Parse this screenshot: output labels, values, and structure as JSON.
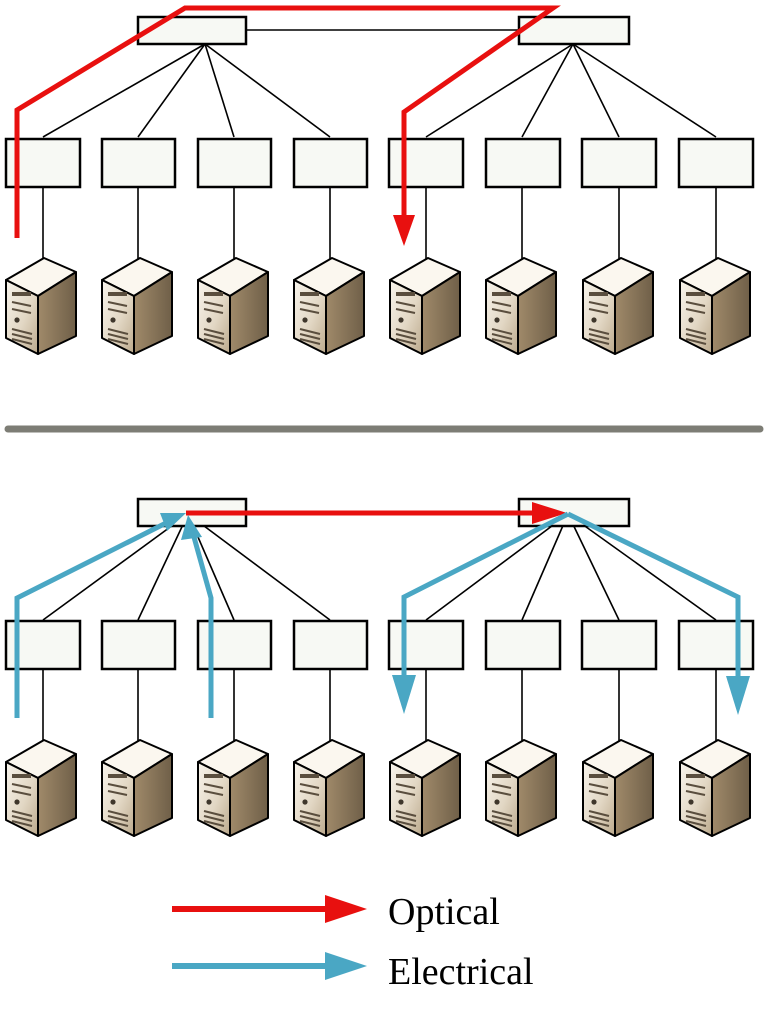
{
  "legend": {
    "optical_label": "Optical",
    "electrical_label": "Electrical"
  },
  "colors": {
    "optical": "#e8100f",
    "electrical": "#4aa7c4",
    "switch_fill": "#f7f9f4",
    "divider": "#7d7d75",
    "server_front": "#e6dccc",
    "server_side": "#a0896b",
    "server_top": "#fbf7ef"
  },
  "panels": [
    {
      "id": "top",
      "core_switches": 2,
      "edge_switches": 8,
      "servers": 8,
      "paths": [
        "optical"
      ]
    },
    {
      "id": "bottom",
      "core_switches": 2,
      "edge_switches": 8,
      "servers": 8,
      "paths": [
        "optical",
        "electrical"
      ]
    }
  ],
  "icons": [
    "switch-icon",
    "server-icon",
    "arrow-icon"
  ]
}
